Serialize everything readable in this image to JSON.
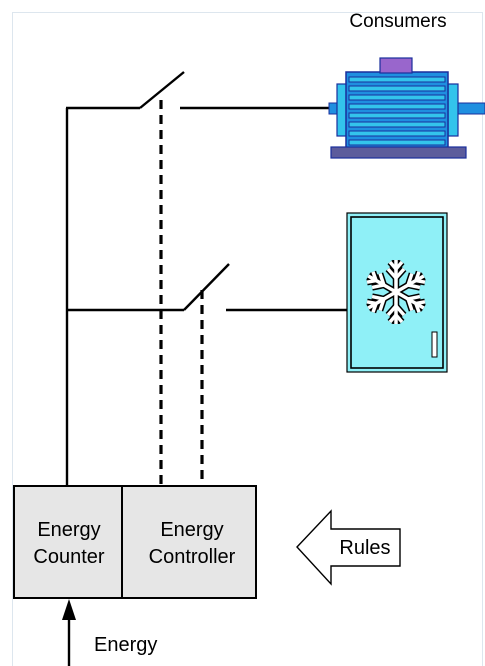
{
  "consumers_label": "Consumers",
  "energy_counter": {
    "line1": "Energy",
    "line2": "Counter"
  },
  "energy_controller": {
    "line1": "Energy",
    "line2": "Controller"
  },
  "rules_label": "Rules",
  "energy_label": "Energy",
  "colors": {
    "box_fill": "#e6e6e6",
    "motor_blue": "#1f8fe0",
    "motor_dark": "#1a2f9c",
    "motor_cyan": "#33c4ec",
    "motor_base": "#5c5c9c",
    "motor_cap": "#9966cc",
    "fridge_fill": "#8ff0f7",
    "line": "#000000"
  }
}
